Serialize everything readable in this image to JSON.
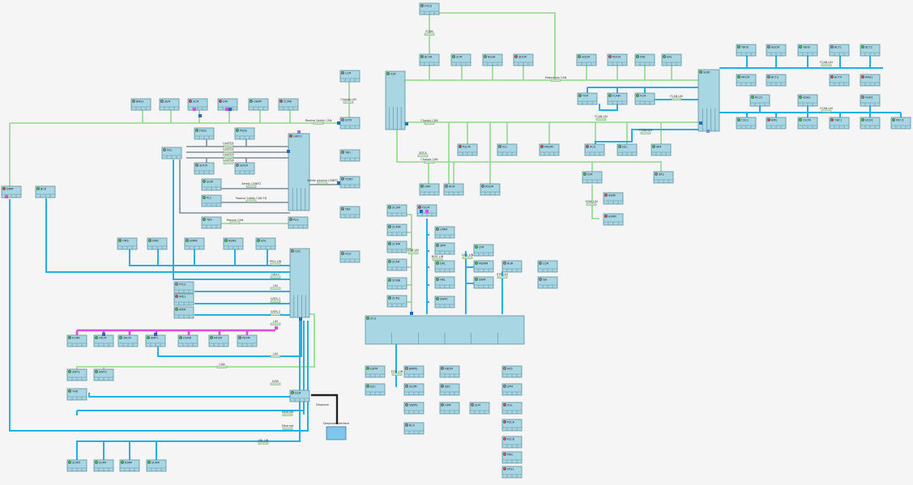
{
  "colors": {
    "can": "#8fd98a",
    "lin_eth": "#1fb0e6",
    "internal": "#7c8d99",
    "most": "#e14be0",
    "diag": "#222222",
    "node_fill": "#a9d6e3",
    "status_green": "#3db84a",
    "status_red": "#d94a4a",
    "status_gray": "#8a8a8a"
  },
  "nodes": [
    {
      "id": "n-top",
      "label": "FVCU",
      "icon": "gray"
    },
    {
      "id": "n-r1a",
      "label": "BCUR",
      "icon": "green"
    },
    {
      "id": "n-r1b",
      "label": "SCM",
      "icon": "green"
    },
    {
      "id": "n-r1c",
      "label": "RSUR",
      "icon": "green"
    },
    {
      "id": "n-r1d",
      "label": "SDCM",
      "icon": "red"
    },
    {
      "id": "n-r1e",
      "label": "VDCM",
      "icon": "green"
    },
    {
      "id": "n-r1f",
      "label": "PDCM",
      "icon": "red"
    },
    {
      "id": "n-r1g",
      "label": "EPB",
      "icon": "green"
    },
    {
      "id": "n-r1h",
      "label": "EPS",
      "icon": "green"
    },
    {
      "id": "n-fr1",
      "label": "TBOX",
      "icon": "green"
    },
    {
      "id": "n-fr2",
      "label": "ADCM",
      "icon": "gray"
    },
    {
      "id": "n-fr3",
      "label": "TBOX",
      "icon": "green"
    },
    {
      "id": "n-fr4",
      "label": "BCT1",
      "icon": "gray"
    },
    {
      "id": "n-fr5",
      "label": "BCT2",
      "icon": "green"
    },
    {
      "id": "n-fr6",
      "label": "MFCM",
      "icon": "green"
    },
    {
      "id": "n-fr7",
      "label": "BCT3",
      "icon": "gray"
    },
    {
      "id": "n-fr8",
      "label": "BCT4",
      "icon": "red"
    },
    {
      "id": "n-fr9",
      "label": "RAD1",
      "icon": "red"
    },
    {
      "id": "n-fm1",
      "label": "TCM",
      "icon": "green"
    },
    {
      "id": "n-fm2",
      "label": "FCAM",
      "icon": "green"
    },
    {
      "id": "n-fm3",
      "label": "FCM",
      "icon": "green"
    },
    {
      "id": "n-fm4",
      "label": "RCU1",
      "icon": "green"
    },
    {
      "id": "n-fm5",
      "label": "ADAS",
      "icon": "green"
    },
    {
      "id": "n-fm6",
      "label": "HUD1",
      "icon": "gray"
    },
    {
      "id": "n-fb1",
      "label": "CSC1",
      "icon": "green"
    },
    {
      "id": "n-fb2",
      "label": "BMS",
      "icon": "red"
    },
    {
      "id": "n-fb3",
      "label": "CSCM",
      "icon": "green"
    },
    {
      "id": "n-fb4",
      "label": "OBC1",
      "icon": "red"
    },
    {
      "id": "n-fb5",
      "label": "DCDC",
      "icon": "green"
    },
    {
      "id": "n-fb6",
      "label": "MCU1",
      "icon": "green"
    },
    {
      "id": "n-mid1",
      "label": "PSCM",
      "icon": "red"
    },
    {
      "id": "n-mid2",
      "label": "ICU",
      "icon": "gray"
    },
    {
      "id": "n-mid3",
      "label": "MSDM",
      "icon": "red"
    },
    {
      "id": "n-mid4",
      "label": "ACU",
      "icon": "red"
    },
    {
      "id": "n-mid5",
      "label": "ESC",
      "icon": "green"
    },
    {
      "id": "n-mid6",
      "label": "IBM",
      "icon": "green"
    },
    {
      "id": "n-mid7",
      "label": "ICM",
      "icon": "green"
    },
    {
      "id": "n-mid8",
      "label": "SRS",
      "icon": "gray"
    },
    {
      "id": "n-mid9",
      "label": "CMR",
      "icon": "green"
    },
    {
      "id": "n-mid10",
      "label": "RCM",
      "icon": "gray"
    },
    {
      "id": "n-mid11",
      "label": "RDCM",
      "icon": "gray"
    },
    {
      "id": "n-asm1",
      "label": "ASMF",
      "icon": "red"
    },
    {
      "id": "n-asm2",
      "label": "ASMR",
      "icon": "red"
    },
    {
      "id": "n-gw1",
      "label": "LCM",
      "icon": "gray"
    },
    {
      "id": "n-gw2",
      "label": "DCM",
      "icon": "gray"
    },
    {
      "id": "n-gw3",
      "label": "TBU",
      "icon": "gray"
    },
    {
      "id": "n-gw4",
      "label": "TCMU",
      "icon": "gray"
    },
    {
      "id": "n-b1",
      "label": "BMS1",
      "icon": "gray"
    },
    {
      "id": "n-b2",
      "label": "SEM",
      "icon": "gray"
    },
    {
      "id": "n-b3",
      "label": "SCM",
      "icon": "red"
    },
    {
      "id": "n-b4",
      "label": "EMI",
      "icon": "red"
    },
    {
      "id": "n-b5",
      "label": "ODMP",
      "icon": "green"
    },
    {
      "id": "n-b6",
      "label": "CCMR",
      "icon": "red"
    },
    {
      "id": "n-lg1",
      "label": "DMM",
      "icon": "red"
    },
    {
      "id": "n-lg2",
      "label": "BCR",
      "icon": "green"
    },
    {
      "id": "n-h1",
      "label": "FSDS",
      "icon": "green"
    },
    {
      "id": "n-h2",
      "label": "PSDS",
      "icon": "green"
    },
    {
      "id": "n-h3",
      "label": "PDL",
      "icon": "gray"
    },
    {
      "id": "n-h4",
      "label": "SDCM",
      "icon": "gray"
    },
    {
      "id": "n-h5",
      "label": "SDCM",
      "icon": "gray"
    },
    {
      "id": "n-h6",
      "label": "SGW",
      "icon": "green"
    },
    {
      "id": "n-h7",
      "label": "PLC",
      "icon": "green"
    },
    {
      "id": "n-h8",
      "label": "TBX",
      "icon": "green"
    },
    {
      "id": "n-h9",
      "label": "PLG",
      "icon": "gray"
    },
    {
      "id": "n-gwc",
      "label": "GWCU",
      "icon": "red"
    },
    {
      "id": "n-tbx2",
      "label": "TBX",
      "icon": "gray"
    },
    {
      "id": "n-hcu",
      "label": "HCU",
      "icon": "gray"
    },
    {
      "id": "n-vsp",
      "label": "VSP",
      "icon": "green"
    },
    {
      "id": "n-sgw",
      "label": "SGW",
      "icon": "green"
    },
    {
      "id": "n-am1",
      "label": "OMS",
      "icon": "green"
    },
    {
      "id": "n-am2",
      "label": "DMS",
      "icon": "green"
    },
    {
      "id": "n-am3",
      "label": "EMRR",
      "icon": "green"
    },
    {
      "id": "n-am4",
      "label": "RSMS",
      "icon": "green"
    },
    {
      "id": "n-am5",
      "label": "HOL",
      "icon": "green"
    },
    {
      "id": "n-cdc",
      "label": "CDC",
      "icon": "gray"
    },
    {
      "id": "n-ig1",
      "label": "PTG1",
      "icon": "gray"
    },
    {
      "id": "n-ig2",
      "label": "IMS1",
      "icon": "red"
    },
    {
      "id": "n-ig3",
      "label": "APIM",
      "icon": "green"
    },
    {
      "id": "n-most1",
      "label": "FCMR",
      "icon": "green"
    },
    {
      "id": "n-most2",
      "label": "FRCM",
      "icon": "green"
    },
    {
      "id": "n-most3",
      "label": "SRCM",
      "icon": "green"
    },
    {
      "id": "n-most4",
      "label": "AMP1",
      "icon": "green"
    },
    {
      "id": "n-most5",
      "label": "DSMR",
      "icon": "green"
    },
    {
      "id": "n-most6",
      "label": "MFSM",
      "icon": "green"
    },
    {
      "id": "n-most7",
      "label": "PDFM",
      "icon": "gray"
    },
    {
      "id": "n-sw1",
      "label": "SWT1",
      "icon": "green"
    },
    {
      "id": "n-sw2",
      "label": "SWT2",
      "icon": "green"
    },
    {
      "id": "n-thd",
      "label": "THD",
      "icon": "green"
    },
    {
      "id": "n-dlm",
      "label": "DLM",
      "icon": "green"
    },
    {
      "id": "n-ln1",
      "label": "SCMR",
      "icon": "green"
    },
    {
      "id": "n-ln2",
      "label": "SCMF",
      "icon": "green"
    },
    {
      "id": "n-ln3",
      "label": "RSMF",
      "icon": "green"
    },
    {
      "id": "n-ln4",
      "label": "SCMR",
      "icon": "green"
    },
    {
      "id": "n-z1",
      "label": "ZCUM",
      "icon": "green"
    },
    {
      "id": "n-z2",
      "label": "FSCM",
      "icon": "red"
    },
    {
      "id": "n-z3",
      "label": "ZCMM",
      "icon": "green"
    },
    {
      "id": "n-z4",
      "label": "ZCMR",
      "icon": "green"
    },
    {
      "id": "n-z5",
      "label": "ZCMF",
      "icon": "green"
    },
    {
      "id": "n-z6",
      "label": "ZCMB",
      "icon": "green"
    },
    {
      "id": "n-z7",
      "label": "ZCML",
      "icon": "green"
    },
    {
      "id": "n-zl1",
      "label": "LPRM",
      "icon": "green"
    },
    {
      "id": "n-zl2",
      "label": "SPM",
      "icon": "green"
    },
    {
      "id": "n-zl3",
      "label": "DRL",
      "icon": "green"
    },
    {
      "id": "n-zl4",
      "label": "HBL",
      "icon": "green"
    },
    {
      "id": "n-zl5",
      "label": "SWPC",
      "icon": "green"
    },
    {
      "id": "n-zl6",
      "label": "LTM",
      "icon": "green"
    },
    {
      "id": "n-zl7",
      "label": "MSWM",
      "icon": "green"
    },
    {
      "id": "n-zl8",
      "label": "SWM",
      "icon": "green"
    },
    {
      "id": "n-zl9",
      "label": "AUR",
      "icon": "gray"
    },
    {
      "id": "n-zl10",
      "label": "LCM",
      "icon": "gray"
    },
    {
      "id": "n-zl11",
      "label": "ISK",
      "icon": "gray"
    },
    {
      "id": "n-zcu",
      "label": "ZCU",
      "icon": "green"
    },
    {
      "id": "n-zb1",
      "label": "ESPM",
      "icon": "green"
    },
    {
      "id": "n-zb2",
      "label": "ESC",
      "icon": "green"
    },
    {
      "id": "n-zb3",
      "label": "BMMS",
      "icon": "gray"
    },
    {
      "id": "n-zb4",
      "label": "SLDM",
      "icon": "gray"
    },
    {
      "id": "n-zb5",
      "label": "SWMS",
      "icon": "gray"
    },
    {
      "id": "n-zb6",
      "label": "BCU",
      "icon": "gray"
    },
    {
      "id": "n-zb7",
      "label": "FBDM",
      "icon": "gray"
    },
    {
      "id": "n-zb8",
      "label": "SBS",
      "icon": "gray"
    },
    {
      "id": "n-zb9",
      "label": "GPM",
      "icon": "gray"
    },
    {
      "id": "n-zb10",
      "label": "SLM",
      "icon": "gray"
    },
    {
      "id": "n-zc1",
      "label": "AVS",
      "icon": "gray"
    },
    {
      "id": "n-zc2",
      "label": "SPM",
      "icon": "gray"
    },
    {
      "id": "n-zc3",
      "label": "SGL",
      "icon": "red"
    },
    {
      "id": "n-zc4",
      "label": "PSCA",
      "icon": "red"
    },
    {
      "id": "n-zc5",
      "label": "PSCB",
      "icon": "red"
    },
    {
      "id": "n-zc6",
      "label": "MSC",
      "icon": "red"
    },
    {
      "id": "n-zc7",
      "label": "EPS1",
      "icon": "red"
    },
    {
      "id": "n-dg",
      "label": "Diagnose",
      "icon": "none"
    }
  ],
  "buses": [
    {
      "id": "b1",
      "label": "Powertrain CAN"
    },
    {
      "id": "b2",
      "label": "Chassis CAN"
    },
    {
      "id": "b3",
      "label": "FCAN"
    },
    {
      "id": "b4",
      "label": "FCAN LIN"
    },
    {
      "id": "b5",
      "label": "FCAN LIN"
    },
    {
      "id": "b6",
      "label": "FCAN LIN"
    },
    {
      "id": "b7",
      "label": "FCAN LIN"
    },
    {
      "id": "b8",
      "label": "FCAN LIN"
    },
    {
      "id": "b9",
      "label": "Chassis CAN"
    },
    {
      "id": "b10",
      "label": "Chassis LIN"
    },
    {
      "id": "b11",
      "label": "Passive Safety CAN"
    },
    {
      "id": "b12",
      "label": "SGW_LIN"
    },
    {
      "id": "b13",
      "label": "LinkFD1"
    },
    {
      "id": "b14",
      "label": "LinkFD2"
    },
    {
      "id": "b15",
      "label": "LinkFD3"
    },
    {
      "id": "b16",
      "label": "LinkFD4"
    },
    {
      "id": "b17",
      "label": "Safety CANFD"
    },
    {
      "id": "b18",
      "label": "Safety passive CANFD"
    },
    {
      "id": "b19",
      "label": "Passive Safety CAN FD"
    },
    {
      "id": "b20",
      "label": "Passive CAN"
    },
    {
      "id": "b21",
      "label": "ASM LIN"
    },
    {
      "id": "b22",
      "label": "IPCU LIN"
    },
    {
      "id": "b23",
      "label": "CAN-C"
    },
    {
      "id": "b24",
      "label": "LIN"
    },
    {
      "id": "b25",
      "label": "LVDS-1"
    },
    {
      "id": "b26",
      "label": "LVDS-2"
    },
    {
      "id": "b27",
      "label": "LIN"
    },
    {
      "id": "b28",
      "label": "LIN"
    },
    {
      "id": "b29",
      "label": "CAN"
    },
    {
      "id": "b30",
      "label": "LVDS"
    },
    {
      "id": "b31",
      "label": "Ethernet"
    },
    {
      "id": "b32",
      "label": "Ethernet"
    },
    {
      "id": "b33",
      "label": "SW_LIN"
    },
    {
      "id": "b34",
      "label": "ECM_LIN"
    },
    {
      "id": "b35",
      "label": "BCM_LIN"
    },
    {
      "id": "b36",
      "label": "CAN_LIN"
    },
    {
      "id": "b37",
      "label": "STR_LIN"
    },
    {
      "id": "b38",
      "label": "SDCA"
    },
    {
      "id": "b39",
      "label": "Diagnose"
    }
  ],
  "diag_tool": {
    "label": "Diagnose Interface"
  }
}
